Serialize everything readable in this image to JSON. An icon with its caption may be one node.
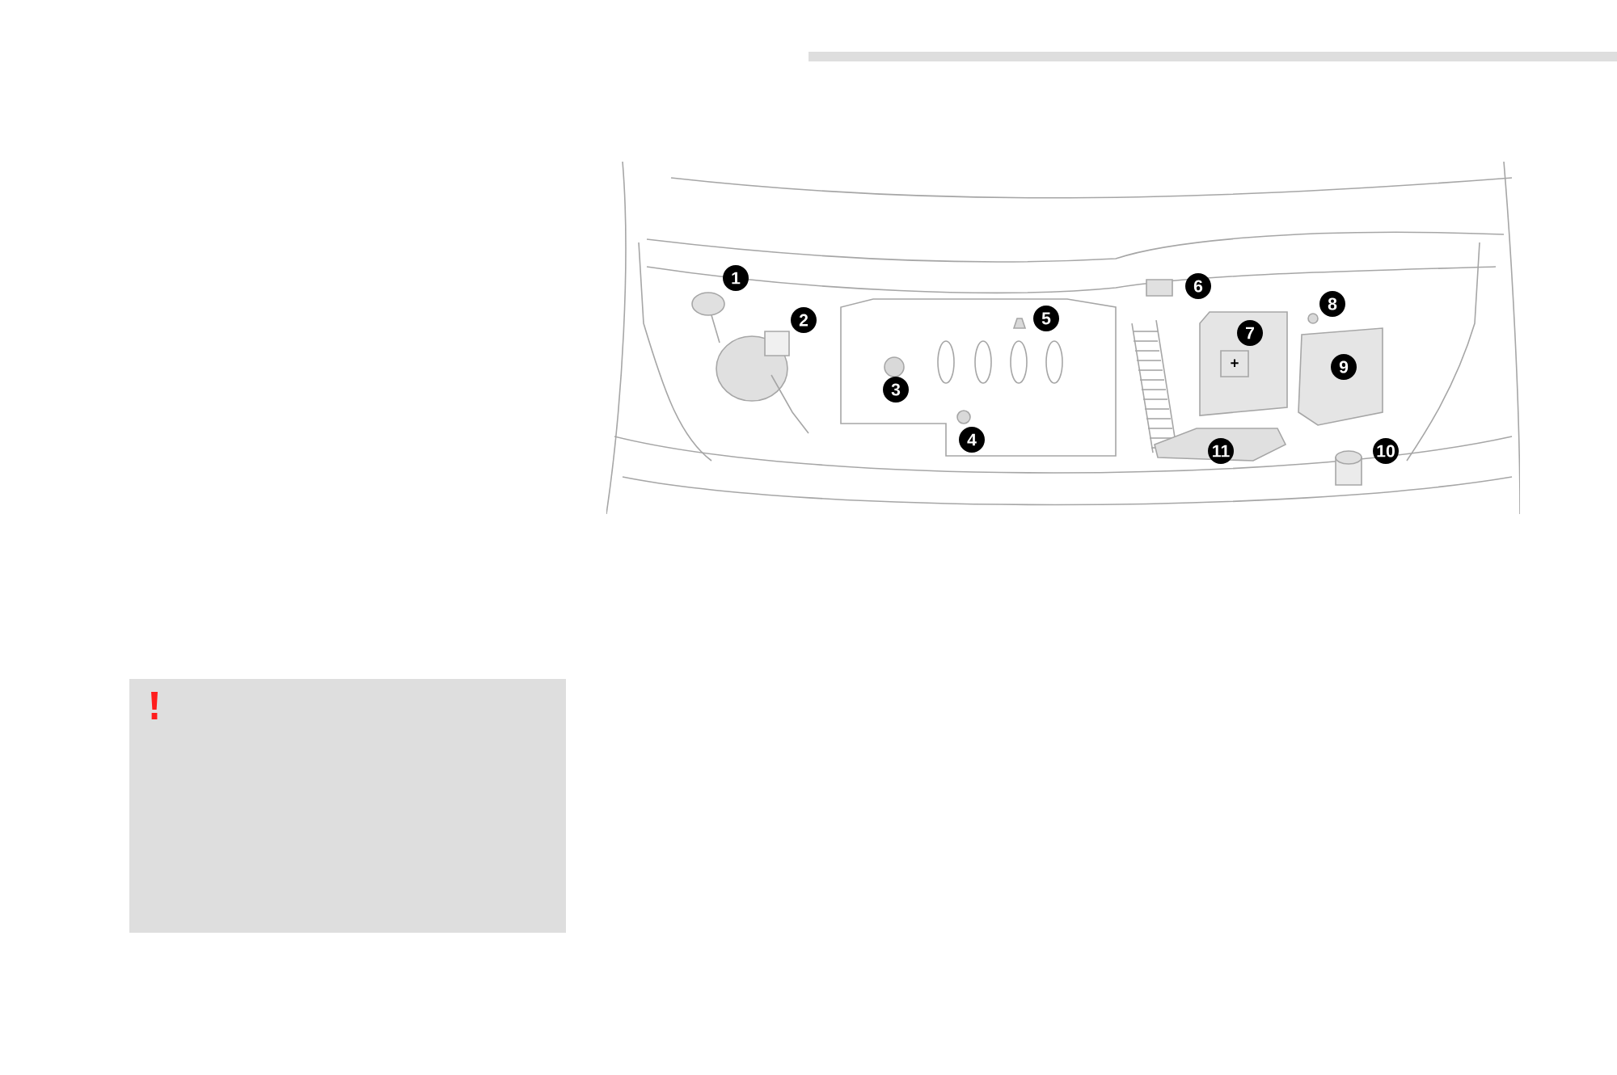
{
  "diagram": {
    "labels": [
      "1",
      "2",
      "3",
      "4",
      "5",
      "6",
      "7",
      "8",
      "9",
      "10",
      "11",
      "+"
    ]
  }
}
